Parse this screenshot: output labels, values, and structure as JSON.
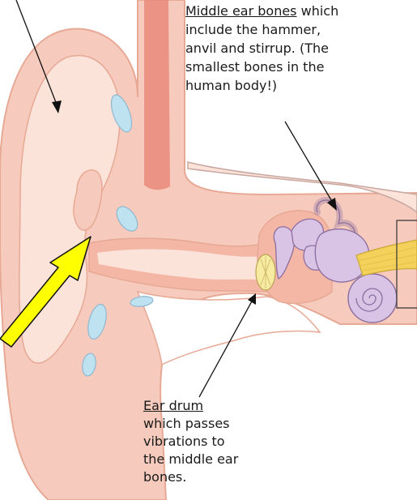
{
  "labels": {
    "middle_ear_bones": {
      "term": "Middle ear bones",
      "lines": [
        " which",
        "include the hammer,",
        "anvil and stirrup. (The",
        "smallest bones in the",
        "human body!)"
      ]
    },
    "ear_drum": {
      "term": "Ear drum",
      "lines": [
        "which passes",
        "vibrations to",
        "the middle ear",
        "bones."
      ]
    }
  },
  "colors": {
    "skin_outer": "#f6cbbd",
    "skin_inner": "#fbe3d9",
    "skin_outline": "#e7a894",
    "canal_pink": "#f4b7a6",
    "cartilage_blue": "#bfe2f0",
    "cartilage_outline": "#8fb8d0",
    "bone_purple": "#d9c4e6",
    "bone_outline": "#8c6e9f",
    "eardrum_yellow": "#f6eba0",
    "nerve_yellow": "#f3d15b",
    "highlight_arrow": "#ffff00",
    "arrow_dark": "#111111",
    "vessel_red": "#e98b7d"
  }
}
